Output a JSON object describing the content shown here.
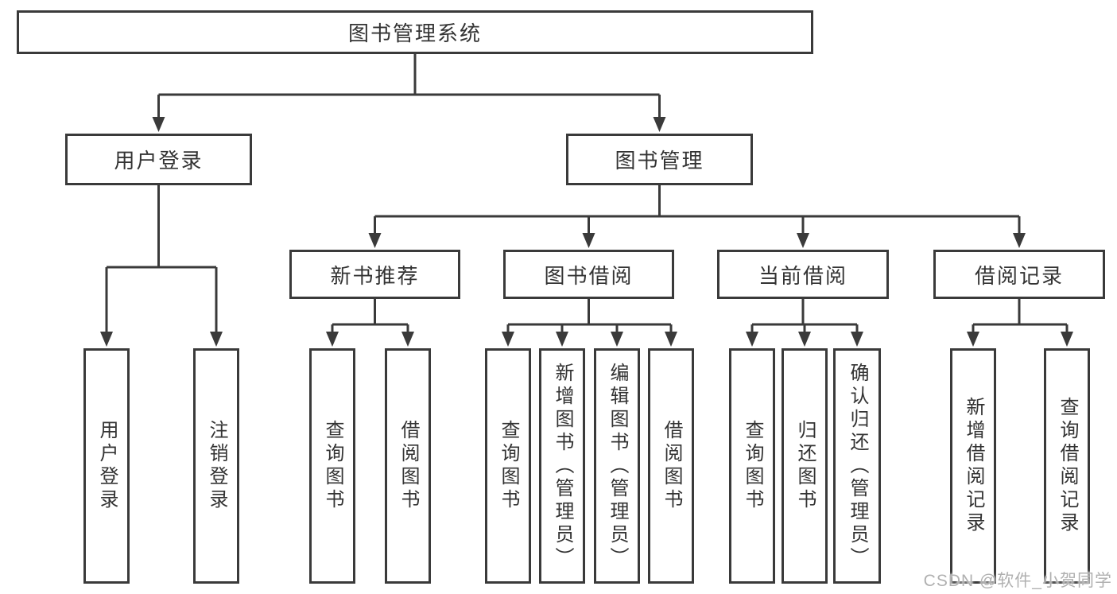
{
  "diagram": {
    "watermark": "CSDN @软件_小贺同学",
    "colors": {
      "line": "#3a3a3a",
      "text": "#333333",
      "background": "#ffffff",
      "watermark": "#b0b0b0"
    },
    "tree": {
      "label": "图书管理系统",
      "children": [
        {
          "label": "用户登录",
          "children": [
            {
              "label": "用户登录"
            },
            {
              "label": "注销登录"
            }
          ]
        },
        {
          "label": "图书管理",
          "children": [
            {
              "label": "新书推荐",
              "children": [
                {
                  "label": "查询图书"
                },
                {
                  "label": "借阅图书"
                }
              ]
            },
            {
              "label": "图书借阅",
              "children": [
                {
                  "label": "查询图书"
                },
                {
                  "label": "新增图书（管理员）"
                },
                {
                  "label": "编辑图书（管理员）"
                },
                {
                  "label": "借阅图书"
                }
              ]
            },
            {
              "label": "当前借阅",
              "children": [
                {
                  "label": "查询图书"
                },
                {
                  "label": "归还图书"
                },
                {
                  "label": "确认归还（管理员）"
                }
              ]
            },
            {
              "label": "借阅记录",
              "children": [
                {
                  "label": "新增借阅记录"
                },
                {
                  "label": "查询借阅记录"
                }
              ]
            }
          ]
        }
      ]
    }
  }
}
